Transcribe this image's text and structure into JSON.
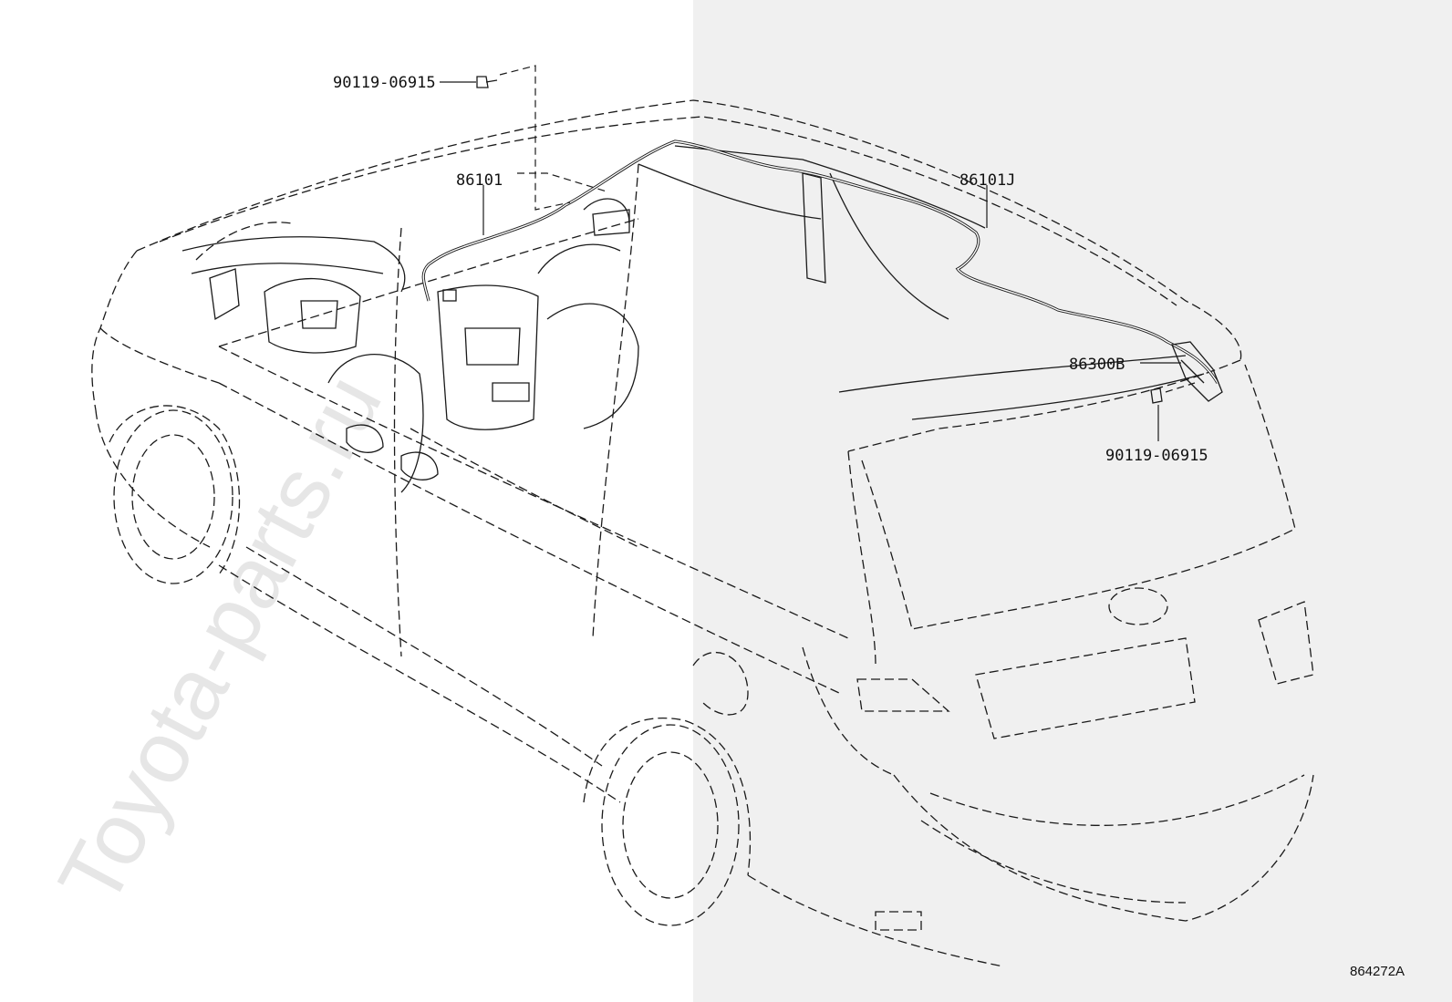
{
  "watermark": "Toyota-parts.ru",
  "diagram_code": "864272A",
  "callouts": [
    {
      "id": "bolt-front",
      "text": "90119-06915"
    },
    {
      "id": "antenna-cord-front",
      "text": "86101"
    },
    {
      "id": "antenna-cord-rear",
      "text": "86101J"
    },
    {
      "id": "antenna-amplifier",
      "text": "86300B"
    },
    {
      "id": "bolt-rear",
      "text": "90119-06915"
    }
  ]
}
